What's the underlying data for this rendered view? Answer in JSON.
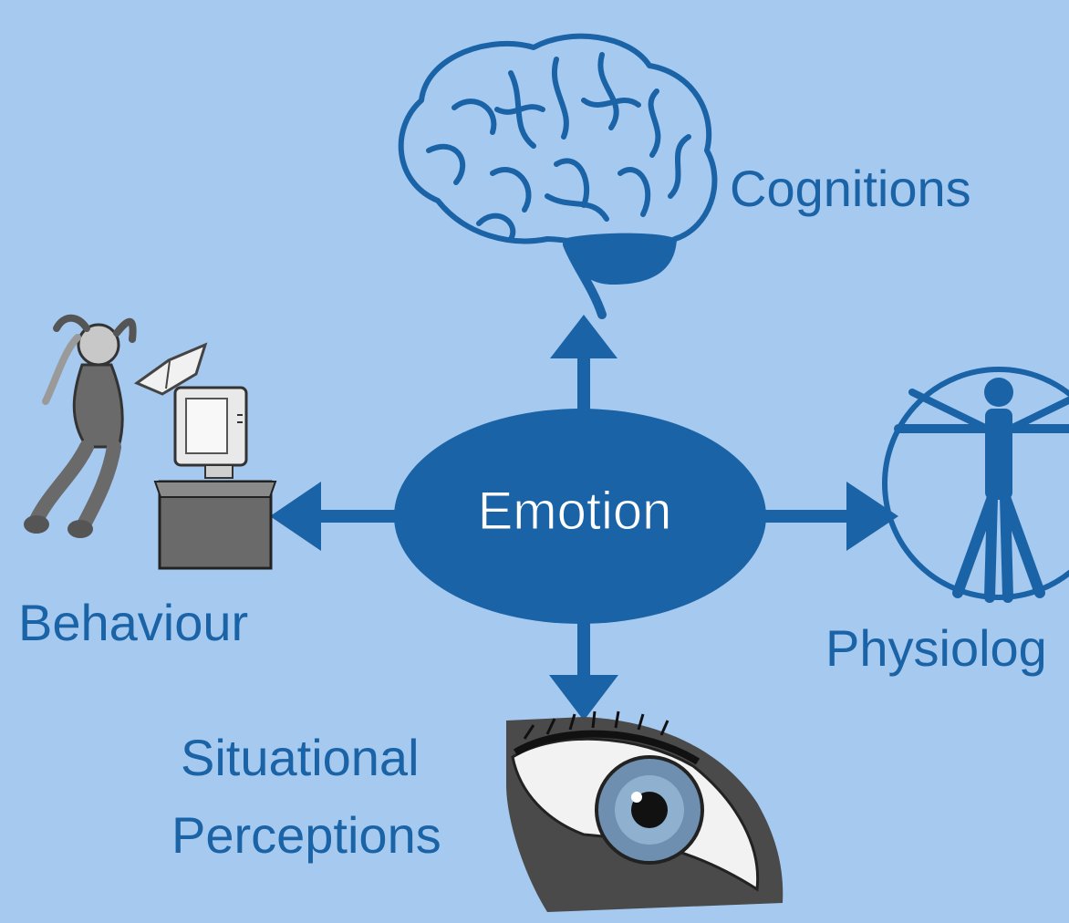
{
  "diagram": {
    "center": "Emotion",
    "nodes": {
      "cognitions": "Cognitions",
      "behaviour": "Behaviour",
      "physiology": "Physiolog",
      "situational_line1": "Situational",
      "situational_line2": "Perceptions"
    },
    "colors": {
      "background": "#a6c9ef",
      "primary": "#1a63a6",
      "label_white": "#ffffff",
      "figure_gray": "#6a6a6a"
    },
    "icons": {
      "cognitions": "brain-icon",
      "behaviour": "person-at-computer-icon",
      "physiology": "vitruvian-man-icon",
      "situational": "eye-icon"
    }
  }
}
